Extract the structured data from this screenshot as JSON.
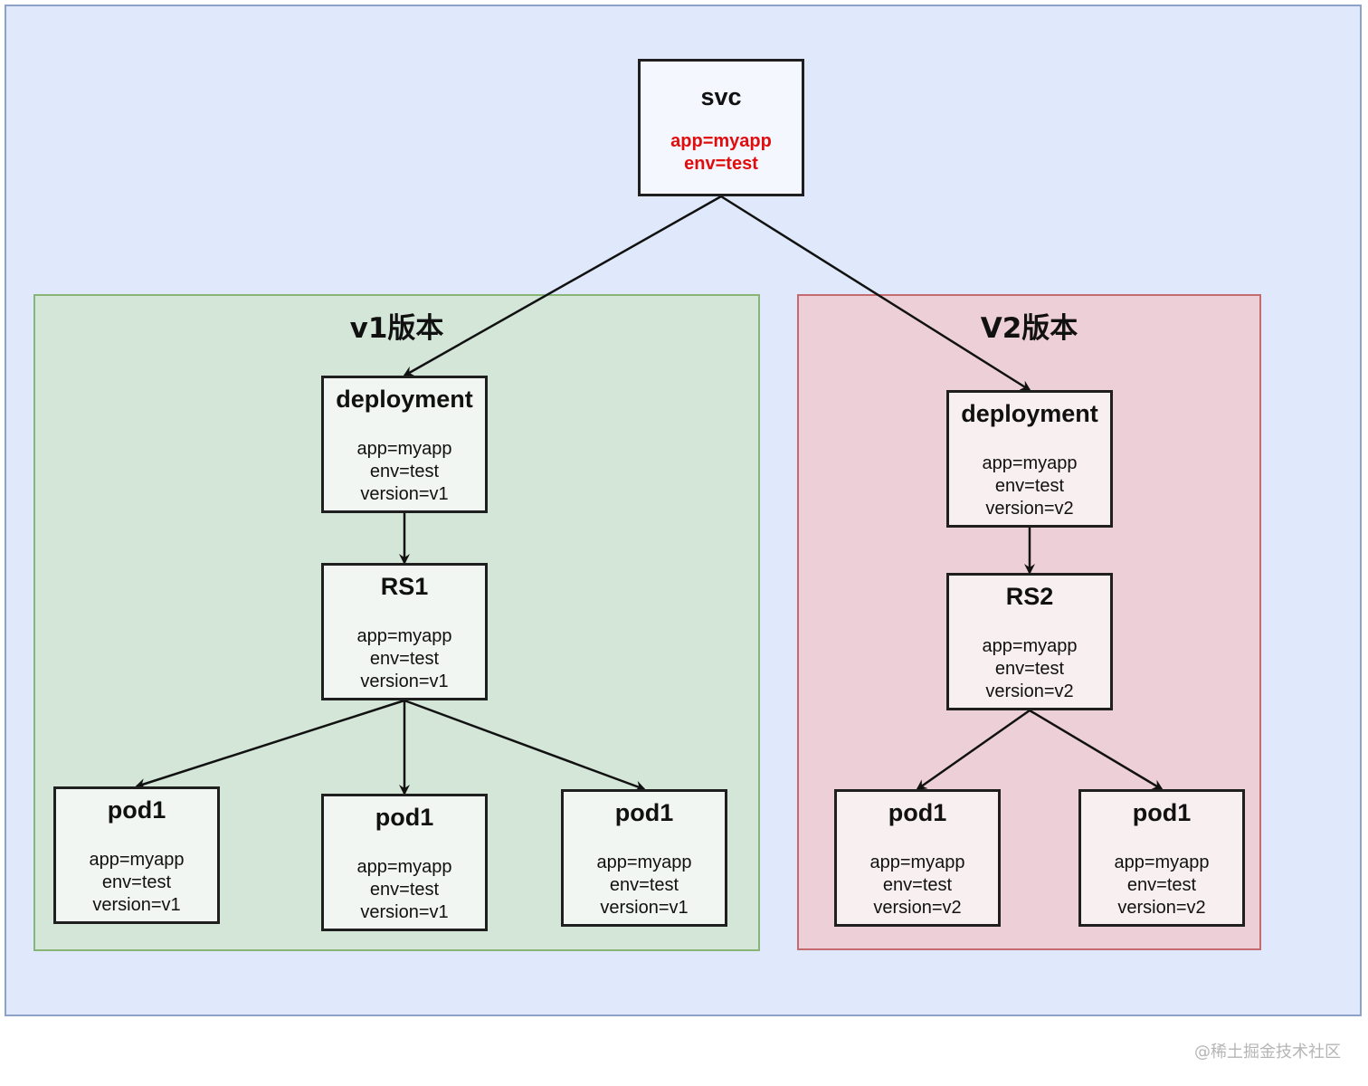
{
  "groups": {
    "v1": {
      "title": "v1版本"
    },
    "v2": {
      "title": "V2版本"
    }
  },
  "nodes": {
    "svc": {
      "title": "svc",
      "labels": [
        "app=myapp",
        "env=test"
      ]
    },
    "deployment_v1": {
      "title": "deployment",
      "labels": [
        "app=myapp",
        "env=test",
        "version=v1"
      ]
    },
    "rs1": {
      "title": "RS1",
      "labels": [
        "app=myapp",
        "env=test",
        "version=v1"
      ]
    },
    "pod_v1_a": {
      "title": "pod1",
      "labels": [
        "app=myapp",
        "env=test",
        "version=v1"
      ]
    },
    "pod_v1_b": {
      "title": "pod1",
      "labels": [
        "app=myapp",
        "env=test",
        "version=v1"
      ]
    },
    "pod_v1_c": {
      "title": "pod1",
      "labels": [
        "app=myapp",
        "env=test",
        "version=v1"
      ]
    },
    "deployment_v2": {
      "title": "deployment",
      "labels": [
        "app=myapp",
        "env=test",
        "version=v2"
      ]
    },
    "rs2": {
      "title": "RS2",
      "labels": [
        "app=myapp",
        "env=test",
        "version=v2"
      ]
    },
    "pod_v2_a": {
      "title": "pod1",
      "labels": [
        "app=myapp",
        "env=test",
        "version=v2"
      ]
    },
    "pod_v2_b": {
      "title": "pod1",
      "labels": [
        "app=myapp",
        "env=test",
        "version=v2"
      ]
    }
  },
  "edges": [
    [
      "svc",
      "deployment_v1"
    ],
    [
      "svc",
      "deployment_v2"
    ],
    [
      "deployment_v1",
      "rs1"
    ],
    [
      "rs1",
      "pod_v1_a"
    ],
    [
      "rs1",
      "pod_v1_b"
    ],
    [
      "rs1",
      "pod_v1_c"
    ],
    [
      "deployment_v2",
      "rs2"
    ],
    [
      "rs2",
      "pod_v2_a"
    ],
    [
      "rs2",
      "pod_v2_b"
    ]
  ],
  "colors": {
    "service_labels": "#e10d0d",
    "v1_group_fill": "#d3e6d8",
    "v2_group_fill": "#edcfd7",
    "background": "#dfe9fb"
  },
  "watermark": "@稀土掘金技术社区"
}
